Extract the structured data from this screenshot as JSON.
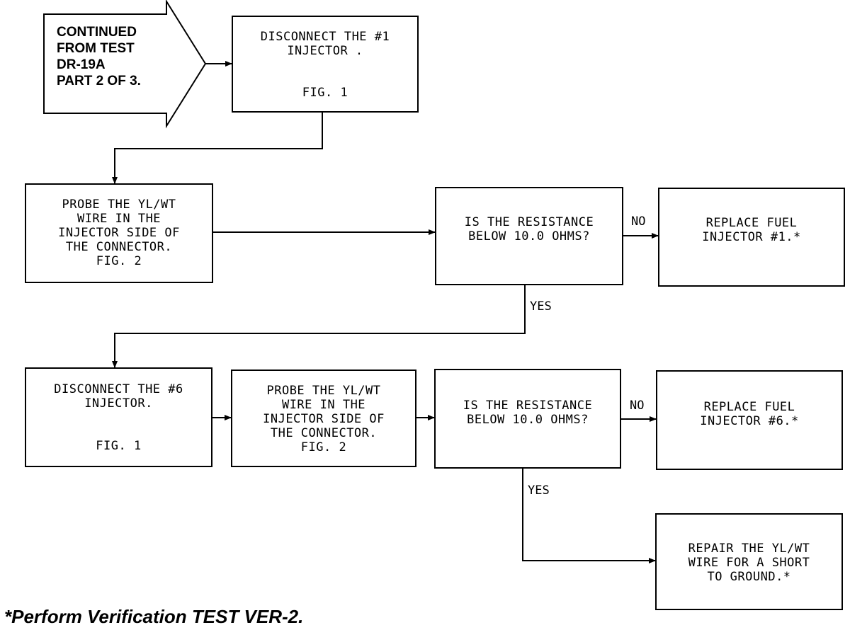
{
  "start": {
    "text": "CONTINUED\nFROM TEST\nDR-19A\nPART 2 OF 3."
  },
  "steps": {
    "disconnect_1": {
      "text": "DISCONNECT THE #1\nINJECTOR .",
      "fig": "FIG. 1"
    },
    "probe_1": {
      "text": "PROBE THE YL/WT\nWIRE IN THE\nINJECTOR SIDE OF\nTHE CONNECTOR.\nFIG. 2"
    },
    "decision_1": {
      "text": "IS THE RESISTANCE\nBELOW 10.0 OHMS?"
    },
    "replace_1": {
      "text": "REPLACE FUEL\nINJECTOR #1.*"
    },
    "disconnect_6": {
      "text": "DISCONNECT THE #6\nINJECTOR.",
      "fig": "FIG. 1"
    },
    "probe_6": {
      "text": "PROBE THE YL/WT\nWIRE IN THE\nINJECTOR SIDE OF\nTHE CONNECTOR.\nFIG. 2"
    },
    "decision_6": {
      "text": "IS THE RESISTANCE\nBELOW 10.0 OHMS?"
    },
    "replace_6": {
      "text": "REPLACE FUEL\nINJECTOR #6.*"
    },
    "repair": {
      "text": "REPAIR THE YL/WT\nWIRE FOR A SHORT\nTO GROUND.*"
    }
  },
  "labels": {
    "no_1": "NO",
    "yes_1": "YES",
    "no_2": "NO",
    "yes_2": "YES"
  },
  "footnote": "*Perform Verification TEST VER-2."
}
